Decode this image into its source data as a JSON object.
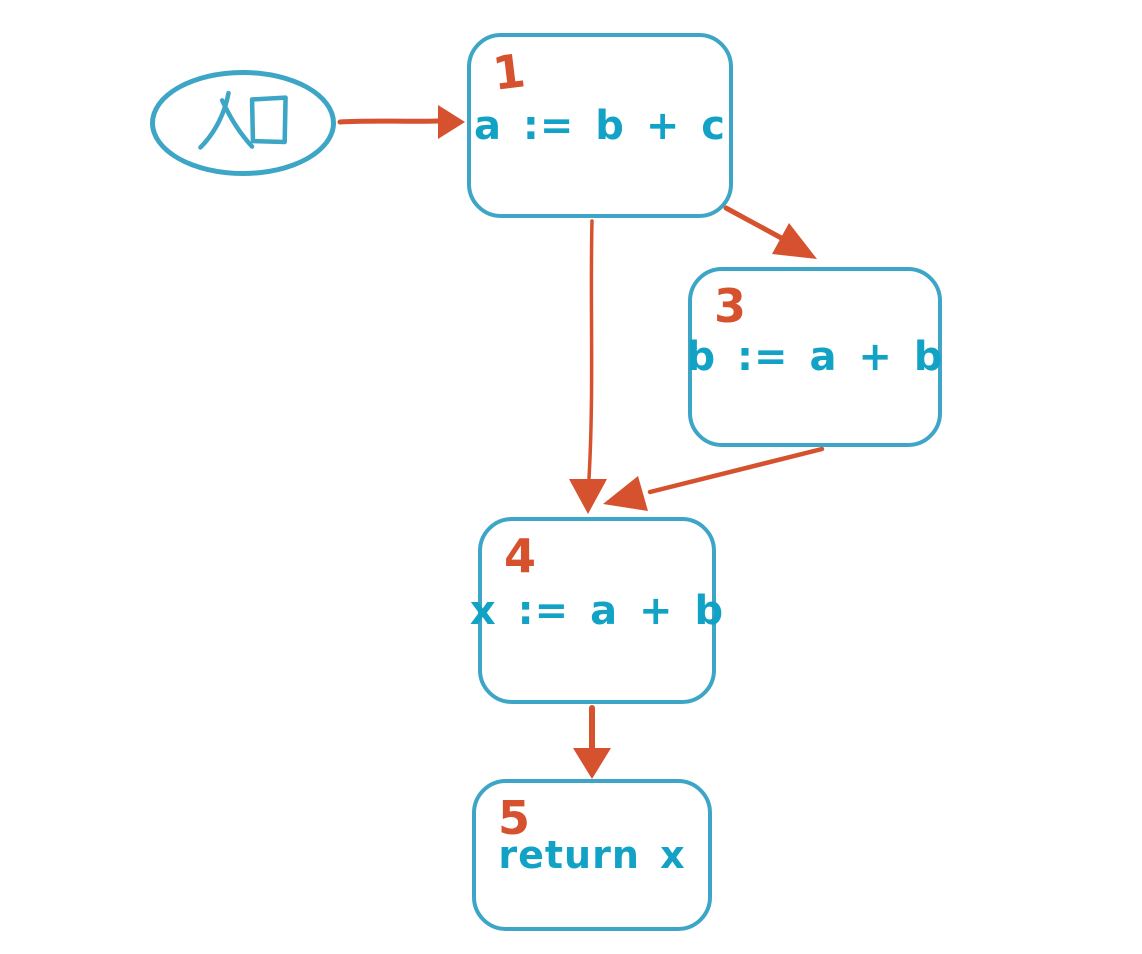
{
  "colors": {
    "background": "#ffffff",
    "node_stroke": "#3da5c5",
    "node_text": "#12a2c6",
    "accent": "#d6512d"
  },
  "entry": {
    "label": "入口"
  },
  "nodes": [
    {
      "id": "1",
      "label": "a := b + c"
    },
    {
      "id": "3",
      "label": "b := a + b"
    },
    {
      "id": "4",
      "label": "x := a + b"
    },
    {
      "id": "5",
      "label": "return x"
    }
  ],
  "edges": [
    {
      "from": "entry",
      "to": "1"
    },
    {
      "from": "1",
      "to": "4"
    },
    {
      "from": "1",
      "to": "3"
    },
    {
      "from": "3",
      "to": "4"
    },
    {
      "from": "4",
      "to": "5"
    }
  ]
}
